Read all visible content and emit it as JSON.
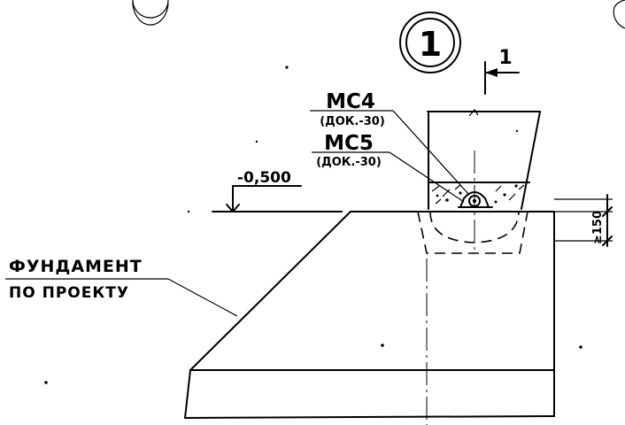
{
  "section": {
    "view_number": "1",
    "cut_marker": "1"
  },
  "callouts": {
    "mc4_name": "МС4",
    "mc4_doc": "(ДОК.-30)",
    "mc5_name": "МС5",
    "mc5_doc": "(ДОК.-30)"
  },
  "elevation": {
    "value": "-0,500"
  },
  "dimension": {
    "value": "≥150"
  },
  "foundation": {
    "line1": "ФУНДАМЕНТ",
    "line2": "ПО ПРОЕКТУ"
  }
}
